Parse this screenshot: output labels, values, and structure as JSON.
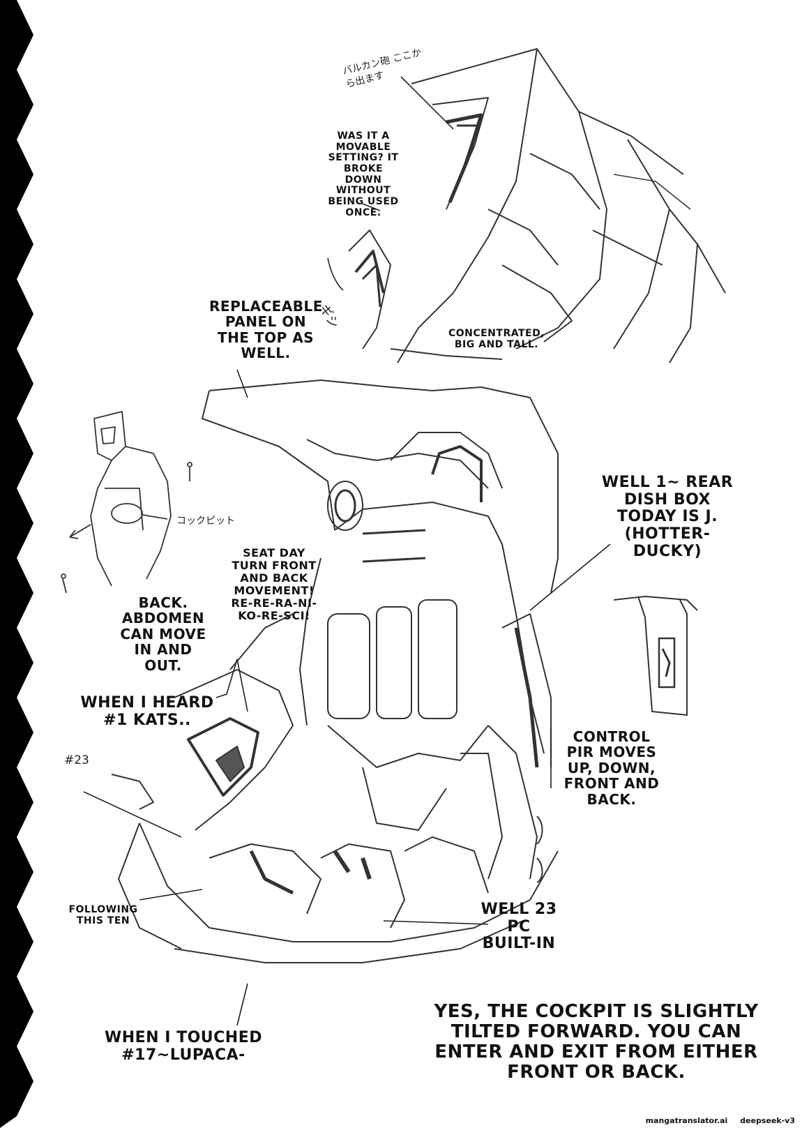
{
  "captions": {
    "movable_setting": "WAS IT A MOVABLE SETTING? IT BROKE DOWN WITHOUT BEING USED ONCE.",
    "replaceable_panel": "REPLACEABLE PANEL ON THE TOP AS WELL.",
    "concentrated": "CONCENTRATED, BIG AND TALL.",
    "back_abdomen": "BACK. ABDOMEN CAN MOVE IN AND OUT.",
    "seat_day": "SEAT DAY TURN FRONT AND BACK MOVEMENT! RE-RE-RA-NI-KO-RE-SCI!",
    "rear_dish": "WELL 1~ REAR DISH BOX TODAY IS J. (HOTTER-DUCKY)",
    "heard_kats": "WHEN I HEARD #1 KATS..",
    "control_pir": "CONTROL PIR MOVES UP, DOWN, FRONT AND BACK.",
    "following_ten": "FOLLOWING THIS TEN",
    "well_23pc": "WELL 23 PC BUILT-IN",
    "touched_lupaca": "WHEN I TOUCHED #17~LUPACA-",
    "cockpit_tilted": "YES, THE COCKPIT IS SLIGHTLY TILTED FORWARD. YOU CAN ENTER AND EXIT FROM EITHER FRONT OR BACK."
  },
  "handwritten": {
    "vulcan": "バルカン砲 ここから出ます",
    "cockpit": "コックピット",
    "gishi": "ギシ",
    "note_23": "#23"
  },
  "footer": {
    "site": "mangatranslator.ai",
    "model": "deepseek-v3"
  }
}
